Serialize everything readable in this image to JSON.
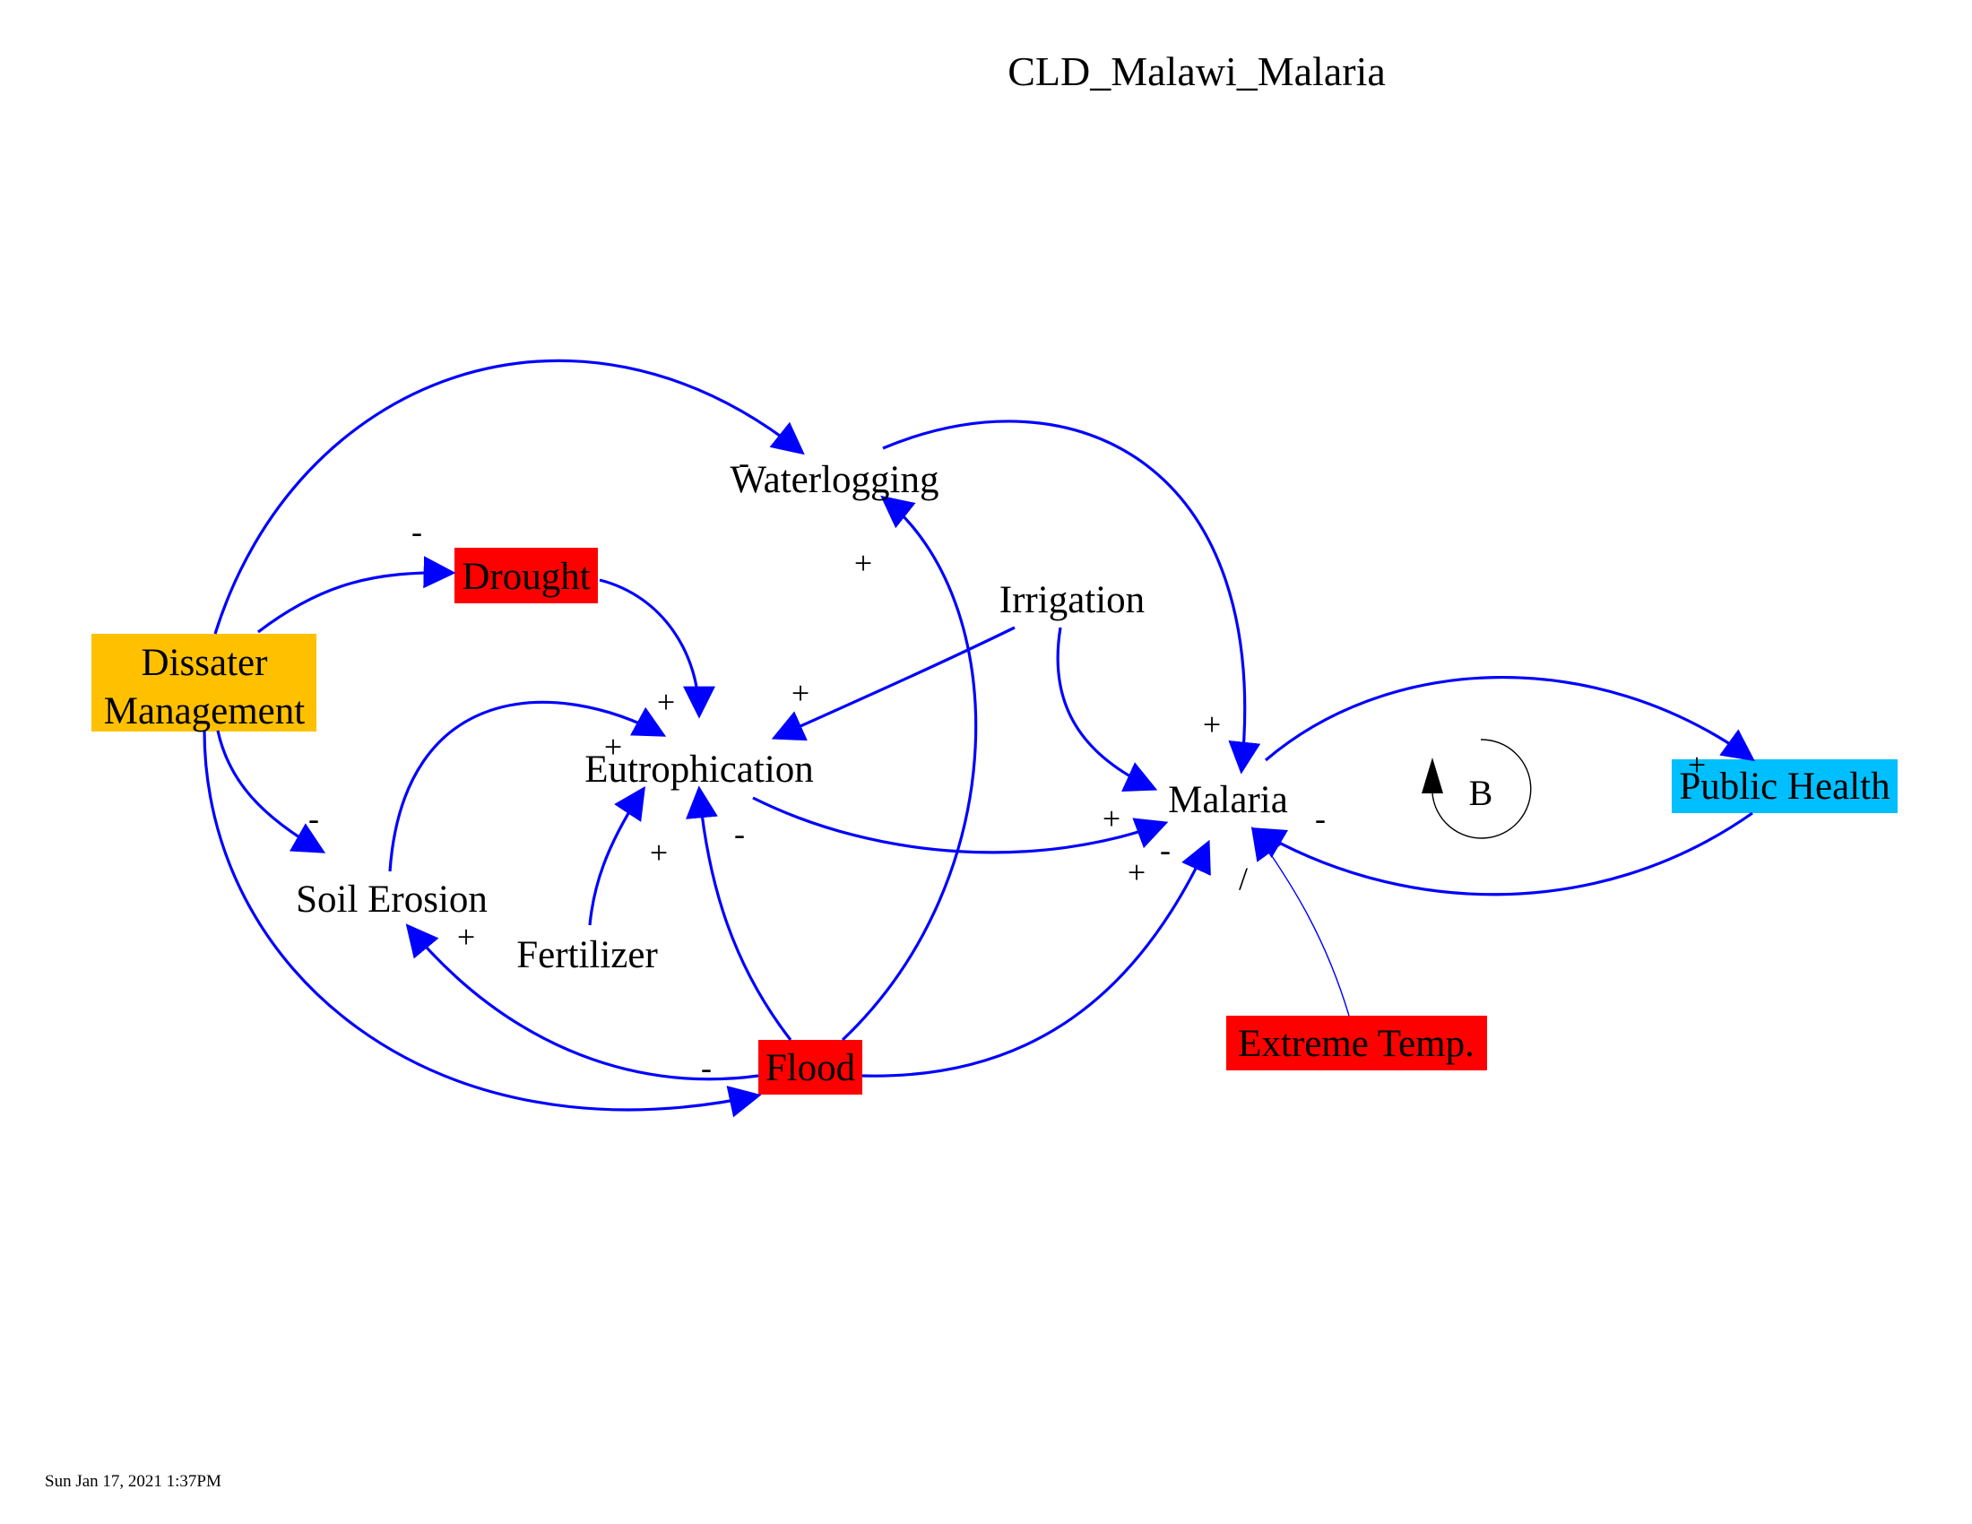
{
  "title": "CLD_Malawi_Malaria",
  "timestamp": "Sun Jan 17, 2021 1:37PM",
  "colors": {
    "link": "#0000ff",
    "disaster_management_fill": "#ffc000",
    "hazard_fill": "#ff0000",
    "public_health_fill": "#00bfff"
  },
  "variables": {
    "disaster_management_line1": "Dissater",
    "disaster_management_line2": "Management",
    "drought": "Drought",
    "waterlogging": "Waterlogging",
    "irrigation": "Irrigation",
    "eutrophication": "Eutrophication",
    "malaria": "Malaria",
    "public_health": "Public Health",
    "soil_erosion": "Soil Erosion",
    "fertilizer": "Fertilizer",
    "flood": "Flood",
    "extreme_temp": "Extreme Temp."
  },
  "loop": {
    "label": "B",
    "type": "balancing"
  },
  "links": [
    {
      "id": "dm_waterlogging",
      "from": "Dissater Management",
      "to": "Waterlogging",
      "polarity": "-"
    },
    {
      "id": "dm_drought",
      "from": "Dissater Management",
      "to": "Drought",
      "polarity": "-"
    },
    {
      "id": "dm_soil_erosion",
      "from": "Dissater Management",
      "to": "Soil Erosion",
      "polarity": "-"
    },
    {
      "id": "dm_flood",
      "from": "Dissater Management",
      "to": "Flood",
      "polarity": "-"
    },
    {
      "id": "drought_eutrophication",
      "from": "Drought",
      "to": "Eutrophication",
      "polarity": "+"
    },
    {
      "id": "soil_erosion_eutrophication",
      "from": "Soil Erosion",
      "to": "Eutrophication",
      "polarity": "+"
    },
    {
      "id": "fertilizer_eutrophication",
      "from": "Fertilizer",
      "to": "Eutrophication",
      "polarity": "+"
    },
    {
      "id": "flood_eutrophication",
      "from": "Flood",
      "to": "Eutrophication",
      "polarity": "-"
    },
    {
      "id": "irrigation_eutrophication",
      "from": "Irrigation",
      "to": "Eutrophication",
      "polarity": "+"
    },
    {
      "id": "flood_waterlogging",
      "from": "Flood",
      "to": "Waterlogging",
      "polarity": "+"
    },
    {
      "id": "flood_soil_erosion",
      "from": "Flood",
      "to": "Soil Erosion",
      "polarity": "+"
    },
    {
      "id": "waterlogging_malaria",
      "from": "Waterlogging",
      "to": "Malaria",
      "polarity": "+"
    },
    {
      "id": "irrigation_malaria",
      "from": "Irrigation",
      "to": "Malaria",
      "polarity": "+"
    },
    {
      "id": "eutrophication_malaria",
      "from": "Eutrophication",
      "to": "Malaria",
      "polarity": "-"
    },
    {
      "id": "flood_malaria",
      "from": "Flood",
      "to": "Malaria",
      "polarity": "+"
    },
    {
      "id": "extreme_temp_malaria",
      "from": "Extreme Temp.",
      "to": "Malaria",
      "polarity": "/"
    },
    {
      "id": "malaria_public_health",
      "from": "Malaria",
      "to": "Public Health",
      "polarity": "+"
    },
    {
      "id": "public_health_malaria",
      "from": "Public Health",
      "to": "Malaria",
      "polarity": "-"
    }
  ]
}
